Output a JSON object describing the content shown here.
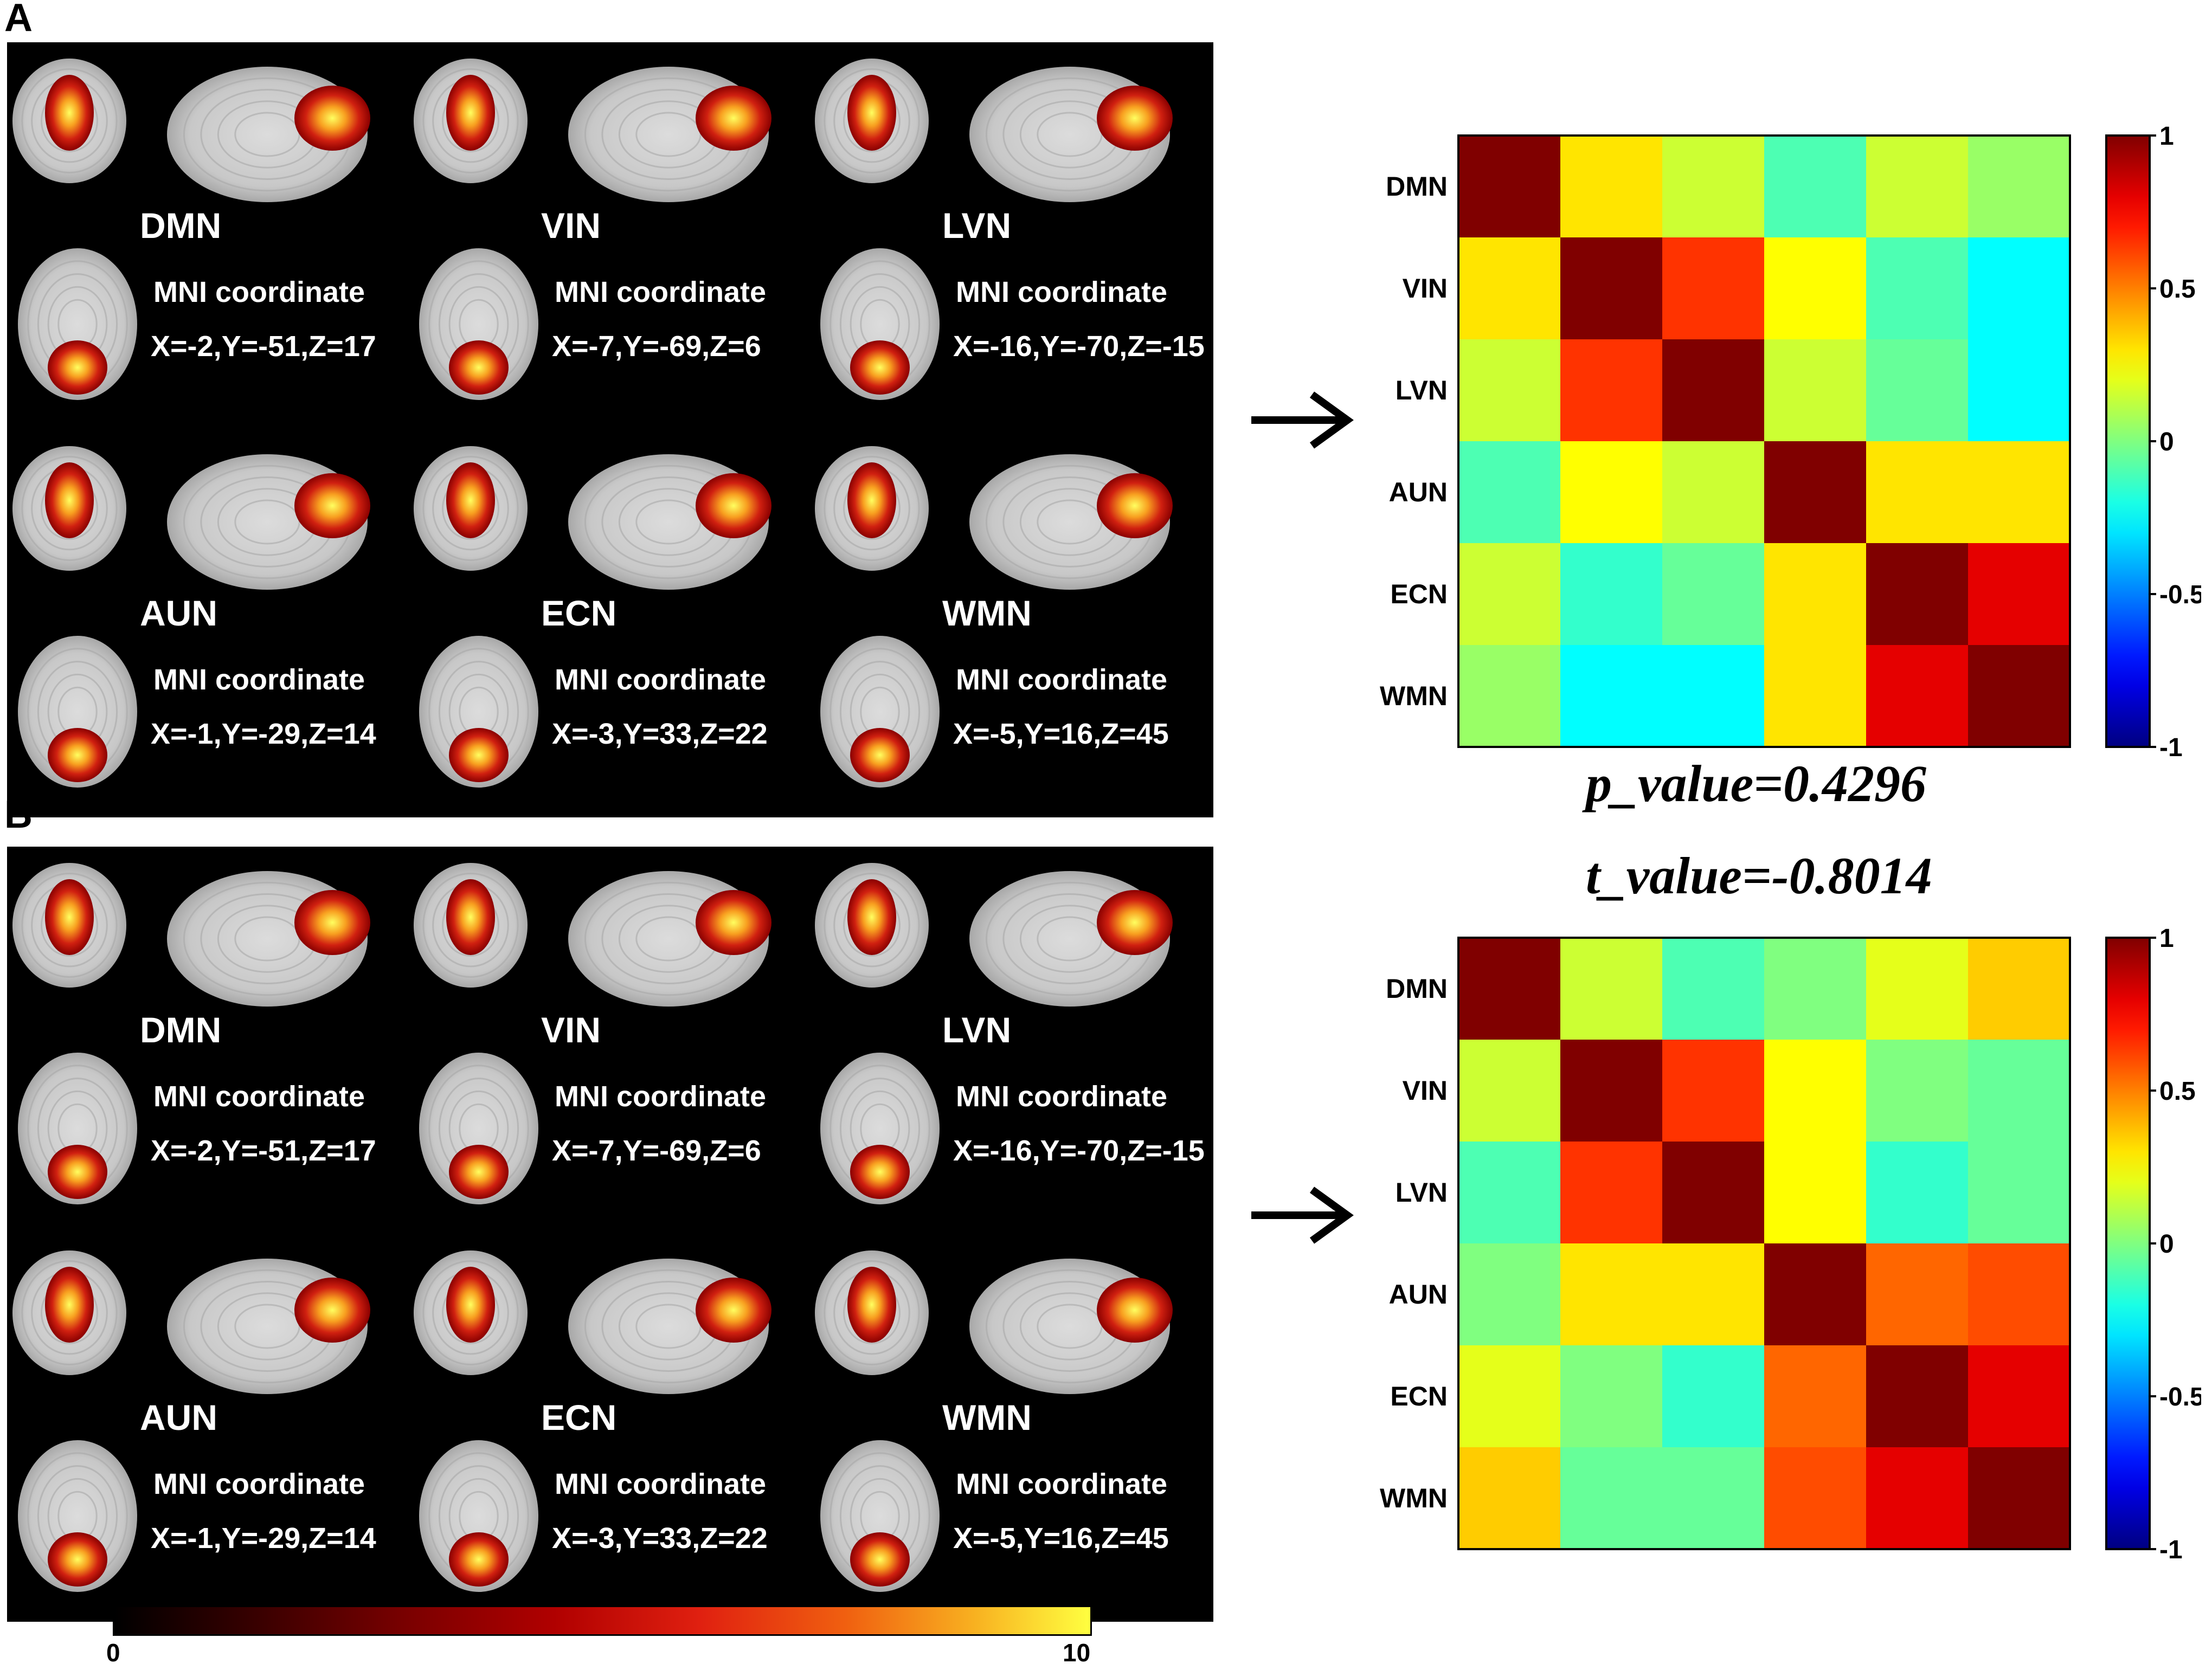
{
  "panels": [
    {
      "letter": "A",
      "networks": [
        {
          "name": "DMN",
          "coord": "X=-2,Y=-51,Z=17"
        },
        {
          "name": "VIN",
          "coord": "X=-7,Y=-69,Z=6"
        },
        {
          "name": "LVN",
          "coord": "X=-16,Y=-70,Z=-15"
        },
        {
          "name": "AUN",
          "coord": "X=-1,Y=-29,Z=14"
        },
        {
          "name": "ECN",
          "coord": "X=-3,Y=33,Z=22"
        },
        {
          "name": "WMN",
          "coord": "X=-5,Y=16,Z=45"
        }
      ]
    },
    {
      "letter": "B",
      "networks": [
        {
          "name": "DMN",
          "coord": "X=-2,Y=-51,Z=17"
        },
        {
          "name": "VIN",
          "coord": "X=-7,Y=-69,Z=6"
        },
        {
          "name": "LVN",
          "coord": "X=-16,Y=-70,Z=-15"
        },
        {
          "name": "AUN",
          "coord": "X=-1,Y=-29,Z=14"
        },
        {
          "name": "ECN",
          "coord": "X=-3,Y=33,Z=22"
        },
        {
          "name": "WMN",
          "coord": "X=-5,Y=16,Z=45"
        }
      ]
    }
  ],
  "mni_label": "MNI coordinate",
  "stats": {
    "p": "p_value=0.4296",
    "t": "t_value=-0.8014"
  },
  "intensity_colorbar": {
    "min": "0",
    "max": "10"
  },
  "chart_data": [
    {
      "type": "heatmap",
      "labels": [
        "DMN",
        "VIN",
        "LVN",
        "AUN",
        "ECN",
        "WMN"
      ],
      "values": [
        [
          1.0,
          0.3,
          0.15,
          -0.1,
          0.15,
          0.05
        ],
        [
          0.3,
          1.0,
          0.65,
          0.25,
          -0.1,
          -0.25
        ],
        [
          0.15,
          0.65,
          1.0,
          0.15,
          -0.05,
          -0.25
        ],
        [
          -0.1,
          0.25,
          0.15,
          1.0,
          0.3,
          0.3
        ],
        [
          0.15,
          -0.15,
          -0.05,
          0.3,
          1.0,
          0.8
        ],
        [
          0.05,
          -0.25,
          -0.25,
          0.3,
          0.8,
          1.0
        ]
      ],
      "colorbar": {
        "range": [
          -1,
          1
        ],
        "ticks": [
          "1",
          "0.5",
          "0",
          "-0.5",
          "-1"
        ]
      }
    },
    {
      "type": "heatmap",
      "labels": [
        "DMN",
        "VIN",
        "LVN",
        "AUN",
        "ECN",
        "WMN"
      ],
      "values": [
        [
          1.0,
          0.15,
          -0.1,
          0.0,
          0.2,
          0.35
        ],
        [
          0.15,
          1.0,
          0.65,
          0.25,
          0.0,
          -0.05
        ],
        [
          -0.1,
          0.65,
          1.0,
          0.25,
          -0.15,
          -0.05
        ],
        [
          0.0,
          0.3,
          0.3,
          1.0,
          0.55,
          0.6
        ],
        [
          0.2,
          0.0,
          -0.15,
          0.55,
          1.0,
          0.8
        ],
        [
          0.35,
          -0.05,
          -0.05,
          0.6,
          0.8,
          1.0
        ]
      ],
      "colorbar": {
        "range": [
          -1,
          1
        ],
        "ticks": [
          "1",
          "0.5",
          "0",
          "-0.5",
          "-1"
        ]
      }
    }
  ]
}
